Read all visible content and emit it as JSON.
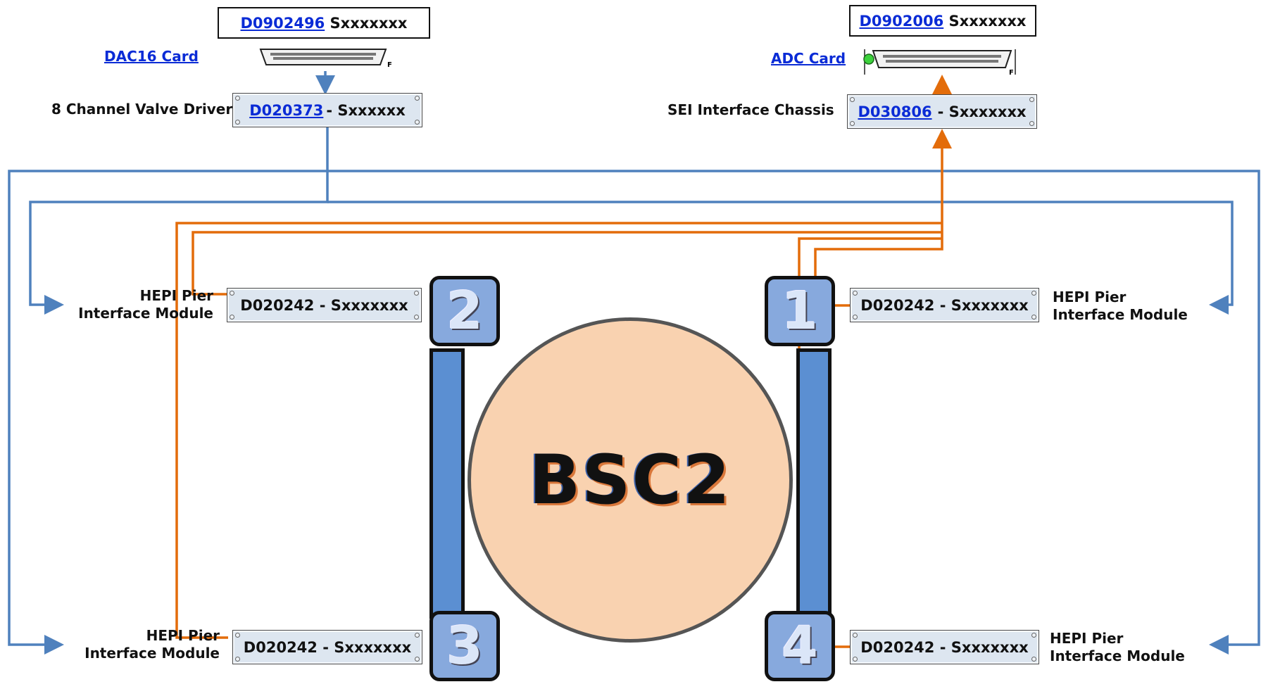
{
  "top_left": {
    "card_doc_link": "D0902496",
    "card_doc_serial": "Sxxxxxxx",
    "card_link_label": "DAC16 Card",
    "chassis_label": "8 Channel Valve Driver",
    "chassis_doc_link": "D020373 ",
    "chassis_doc_serial": "- Sxxxxxx"
  },
  "top_right": {
    "card_doc_link": "D0902006",
    "card_doc_serial": "Sxxxxxxx",
    "card_link_label": "ADC Card",
    "chassis_label": "SEI Interface Chassis",
    "chassis_doc_link": "D030806",
    "chassis_doc_serial": "- Sxxxxxxx"
  },
  "modules": {
    "upper_left": {
      "label_line1": "HEPI Pier",
      "label_line2": "Interface Module",
      "chassis": "D020242 - Sxxxxxxx"
    },
    "upper_right": {
      "label_line1": "HEPI Pier",
      "label_line2": "Interface Module",
      "chassis": "D020242 - Sxxxxxxx"
    },
    "lower_left": {
      "label_line1": "HEPI Pier",
      "label_line2": "Interface Module",
      "chassis": "D020242 - Sxxxxxxx"
    },
    "lower_right": {
      "label_line1": "HEPI Pier",
      "label_line2": "Interface Module",
      "chassis": "D020242 - Sxxxxxxx"
    }
  },
  "chamber": {
    "name": "BSC2",
    "piers": [
      "1",
      "2",
      "3",
      "4"
    ]
  },
  "colors": {
    "valve_driver_wire": "#4f81bd",
    "sensor_wire": "#e36c0a",
    "chamber_fill": "#f9d2b0",
    "pier_tile": "#87a9dd",
    "pier_bar": "#5b8fd2",
    "link": "#0a2bd6"
  }
}
